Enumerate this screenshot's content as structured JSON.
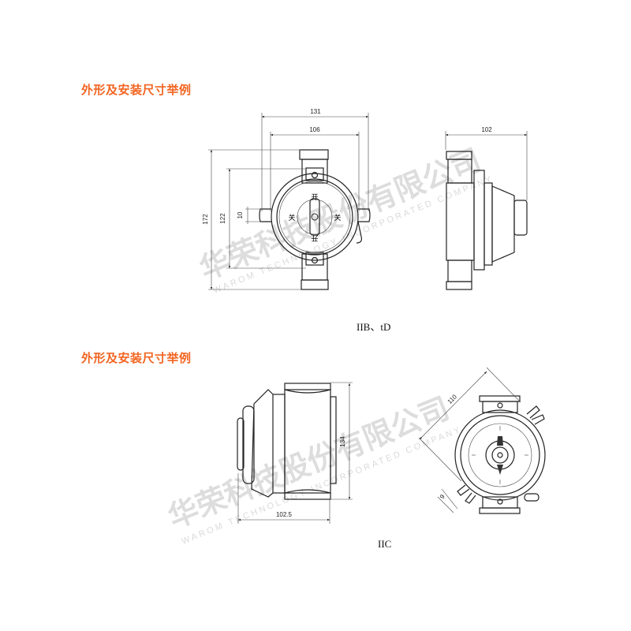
{
  "sections": [
    {
      "heading": "外形及安装尺寸举例",
      "caption": "IIB、tD",
      "dimensions": {
        "width_outer": "131",
        "width_inner": "106",
        "height_total": "172",
        "height_mount": "122",
        "slot": "10",
        "depth": "102"
      },
      "switch_labels": {
        "top": "开",
        "left": "关",
        "right": "关",
        "bottom": "开"
      }
    },
    {
      "heading": "外形及安装尺寸举例",
      "caption": "IIC",
      "dimensions": {
        "height": "134",
        "depth": "102.5",
        "diagonal": "110",
        "slot": "9"
      }
    }
  ],
  "watermark": {
    "cn": "华荣科技股份有限公司",
    "en": "WAROM TECHNOLOGY INCORPORATED COMPANY"
  }
}
